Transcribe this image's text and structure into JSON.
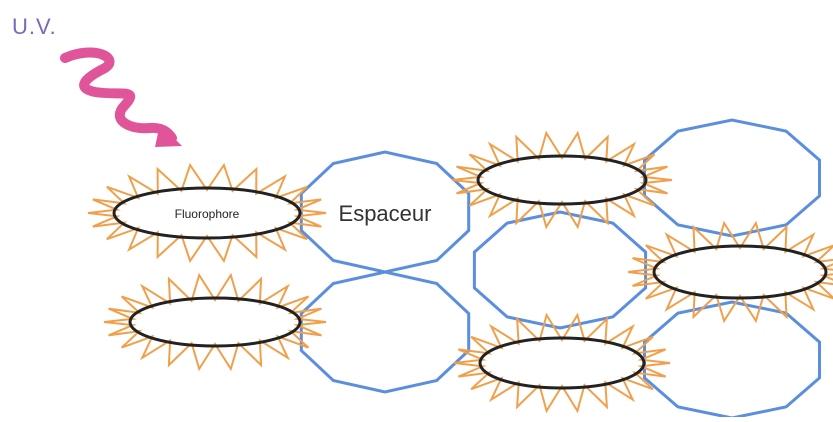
{
  "labels": {
    "uv": "U.V.",
    "fluorophore": "Fluorophore",
    "spacer": "Espaceur"
  },
  "colors": {
    "uv_text": "#7b68b8",
    "uv_wave": "#e0559a",
    "spacer_stroke": "#5b8ede",
    "star_stroke": "#f0a04a",
    "ellipse_stroke": "#222222",
    "background": "#ffffff"
  },
  "icons": {
    "uv_wave": "wavy-arrow-icon",
    "fluorophore": "starburst-ellipse",
    "spacer": "decagon-outline"
  }
}
